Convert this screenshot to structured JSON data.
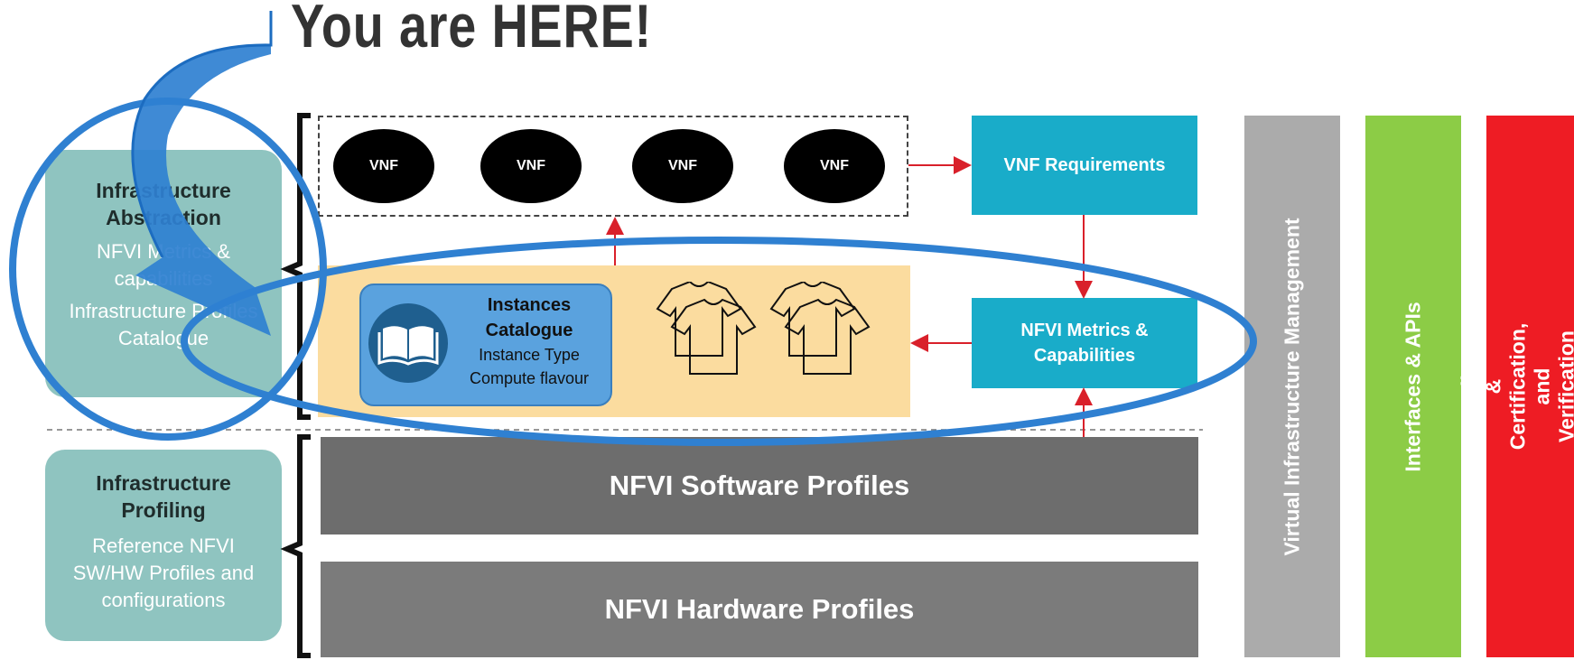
{
  "title": "You are HERE!",
  "left_boxes": [
    {
      "heading": "Infrastructure Abstraction",
      "sub": [
        "NFVI Metrics & capabilities",
        "Infrastructure Profiles Catalogue"
      ]
    },
    {
      "heading": "Infrastructure Profiling",
      "sub": [
        "Reference NFVI SW/HW Profiles and configurations"
      ]
    }
  ],
  "vnfs": [
    "VNF",
    "VNF",
    "VNF",
    "VNF"
  ],
  "vnf_requirements": "VNF Requirements",
  "nfvi_metrics": "NFVI Metrics & Capabilities",
  "catalogue": {
    "title": "Instances Catalogue",
    "line1": "Instance Type",
    "line2": "Compute flavour"
  },
  "software_profiles": "NFVI Software Profiles",
  "hardware_profiles": "NFVI Hardware Profiles",
  "columns": [
    {
      "label": "Virtual Infrastructure Management",
      "color": "#ababab"
    },
    {
      "label": "Interfaces & APIs",
      "color": "#8ccc46"
    },
    {
      "label": "Compliance & Certification, and Verification Guidelines",
      "color": "#ee1c24"
    }
  ],
  "colors": {
    "teal": "#19acc9",
    "side": "#8fc4c0",
    "highlight_blue": "#2f80d1",
    "yellow": "#fbdc9f",
    "arrow_red": "#d9202a"
  },
  "icons": [
    "book-icon",
    "tshirt-icon",
    "curved-arrow-icon"
  ]
}
